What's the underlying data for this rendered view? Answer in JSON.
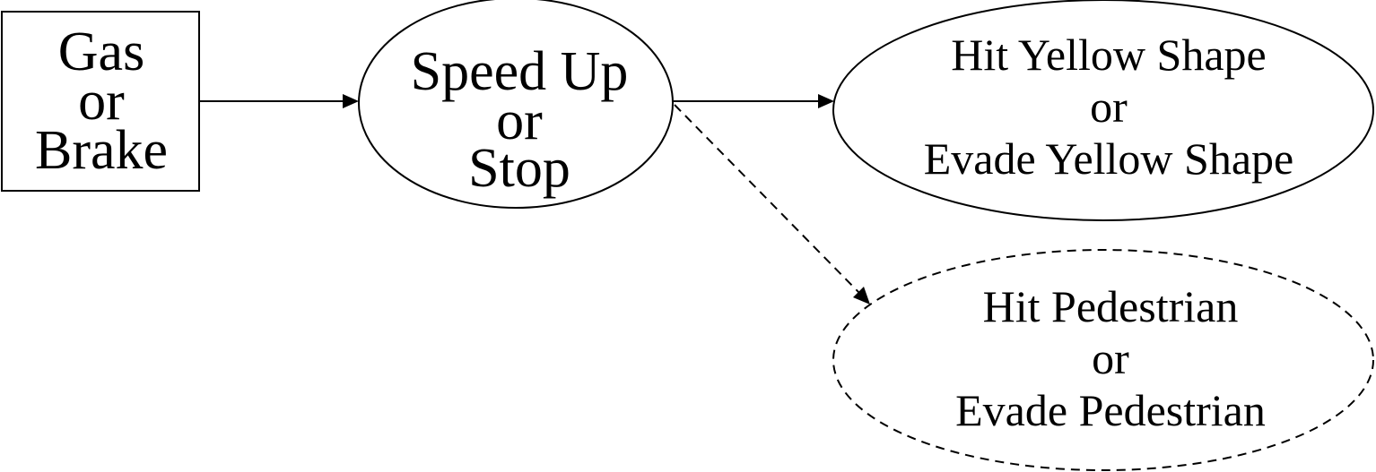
{
  "nodes": {
    "gas_brake": {
      "lines": [
        "Gas",
        "or",
        "Brake"
      ]
    },
    "speed_stop": {
      "lines": [
        "Speed Up",
        "or",
        "Stop"
      ]
    },
    "yellow_shape": {
      "lines": [
        "Hit Yellow Shape",
        "or",
        "Evade Yellow Shape"
      ]
    },
    "pedestrian": {
      "lines": [
        "Hit Pedestrian",
        "or",
        "Evade Pedestrian"
      ]
    }
  },
  "edges": [
    {
      "from": "gas_brake",
      "to": "speed_stop",
      "style": "solid"
    },
    {
      "from": "speed_stop",
      "to": "yellow_shape",
      "style": "solid"
    },
    {
      "from": "speed_stop",
      "to": "pedestrian",
      "style": "dashed"
    }
  ]
}
